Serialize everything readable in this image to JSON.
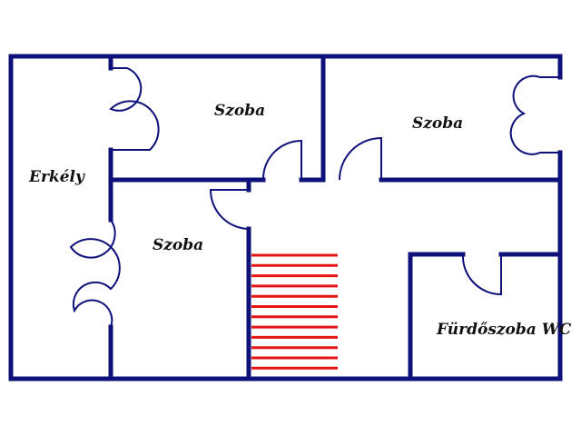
{
  "floor_plan": {
    "rooms": [
      {
        "id": "balcony",
        "label": "Erkély"
      },
      {
        "id": "room-top-left",
        "label": "Szoba"
      },
      {
        "id": "room-top-right",
        "label": "Szoba"
      },
      {
        "id": "room-middle",
        "label": "Szoba"
      },
      {
        "id": "bathroom",
        "label": "Fürdőszoba WC"
      }
    ],
    "colors": {
      "wall": "#0f117a",
      "stairs": "#e41414",
      "label": "#111111",
      "background": "#ffffff"
    }
  }
}
